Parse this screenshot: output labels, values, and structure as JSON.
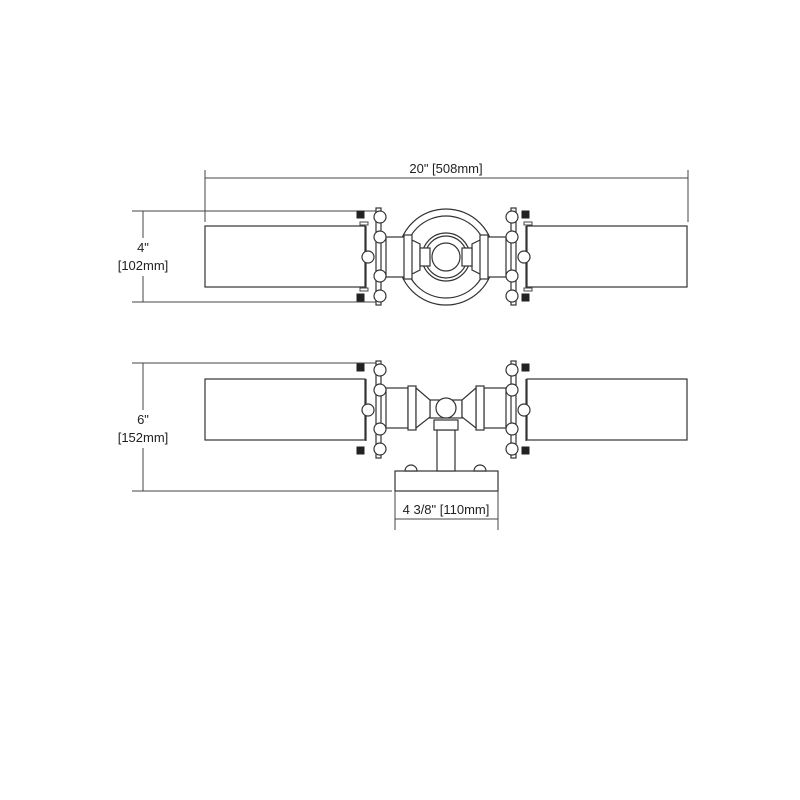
{
  "diagram": {
    "type": "dimension-drawing",
    "subject": "two-light wall sconce",
    "views": [
      {
        "name": "top-view",
        "description": "front elevation with round backplate"
      },
      {
        "name": "side-view",
        "description": "elevation with rectangular backplate and stem"
      }
    ],
    "dimensions": {
      "overall_width": "20\" [508mm]",
      "top_view_height": "4\"",
      "top_view_height_mm": "[102mm]",
      "side_view_height": "6\"",
      "side_view_height_mm": "[152mm]",
      "backplate_width": "4 3/8\" [110mm]"
    },
    "colors": {
      "line": "#333333",
      "background": "#ffffff",
      "knob": "#222222"
    }
  }
}
